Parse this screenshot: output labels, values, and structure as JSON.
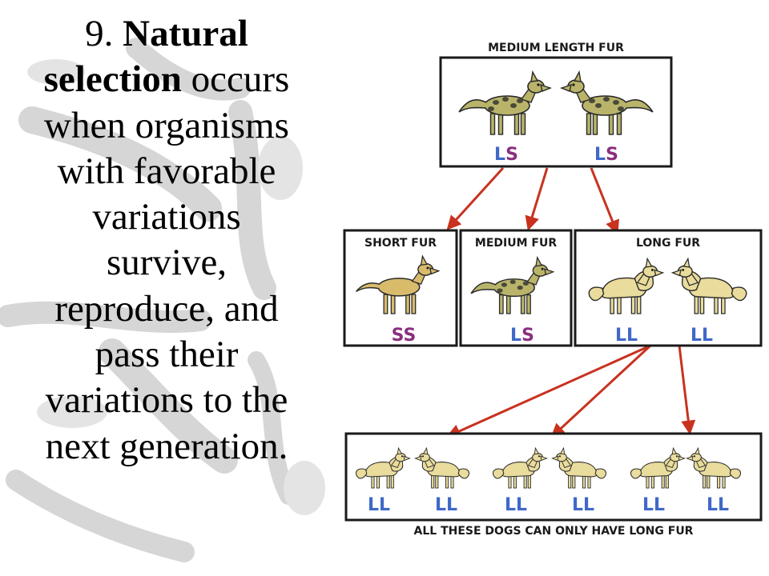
{
  "statement": {
    "number": "9.",
    "term": "Natural selection",
    "lines": [
      "when organisms",
      "with favorable",
      "variations",
      "survive,",
      "reproduce, and",
      "pass their",
      "variations to the",
      "next generation."
    ],
    "term_suffix": "occurs"
  },
  "diagram": {
    "parent_box": {
      "label": "MEDIUM LENGTH FUR",
      "genotypes": [
        {
          "a": "L",
          "b": "S"
        },
        {
          "a": "L",
          "b": "S"
        }
      ]
    },
    "child_boxes": [
      {
        "label": "SHORT FUR",
        "genotypes": [
          {
            "a": "S",
            "b": "S"
          }
        ]
      },
      {
        "label": "MEDIUM FUR",
        "genotypes": [
          {
            "a": "L",
            "b": "S"
          }
        ]
      },
      {
        "label": "LONG FUR",
        "genotypes": [
          {
            "a": "L",
            "b": "L"
          },
          {
            "a": "L",
            "b": "L"
          }
        ]
      }
    ],
    "offspring_box": {
      "label": "ALL THESE DOGS CAN ONLY HAVE LONG FUR",
      "genotypes": [
        {
          "a": "L",
          "b": "L"
        },
        {
          "a": "L",
          "b": "L"
        },
        {
          "a": "L",
          "b": "L"
        },
        {
          "a": "L",
          "b": "L"
        },
        {
          "a": "L",
          "b": "L"
        },
        {
          "a": "L",
          "b": "L"
        }
      ]
    },
    "colors": {
      "allele_L": "#3f68c8",
      "allele_S": "#8a2f7e",
      "arrow": "#c8321f",
      "dog_short": "#d8bc6c",
      "dog_long": "#e9dc9c",
      "dog_medium": "#b9b46a"
    }
  }
}
